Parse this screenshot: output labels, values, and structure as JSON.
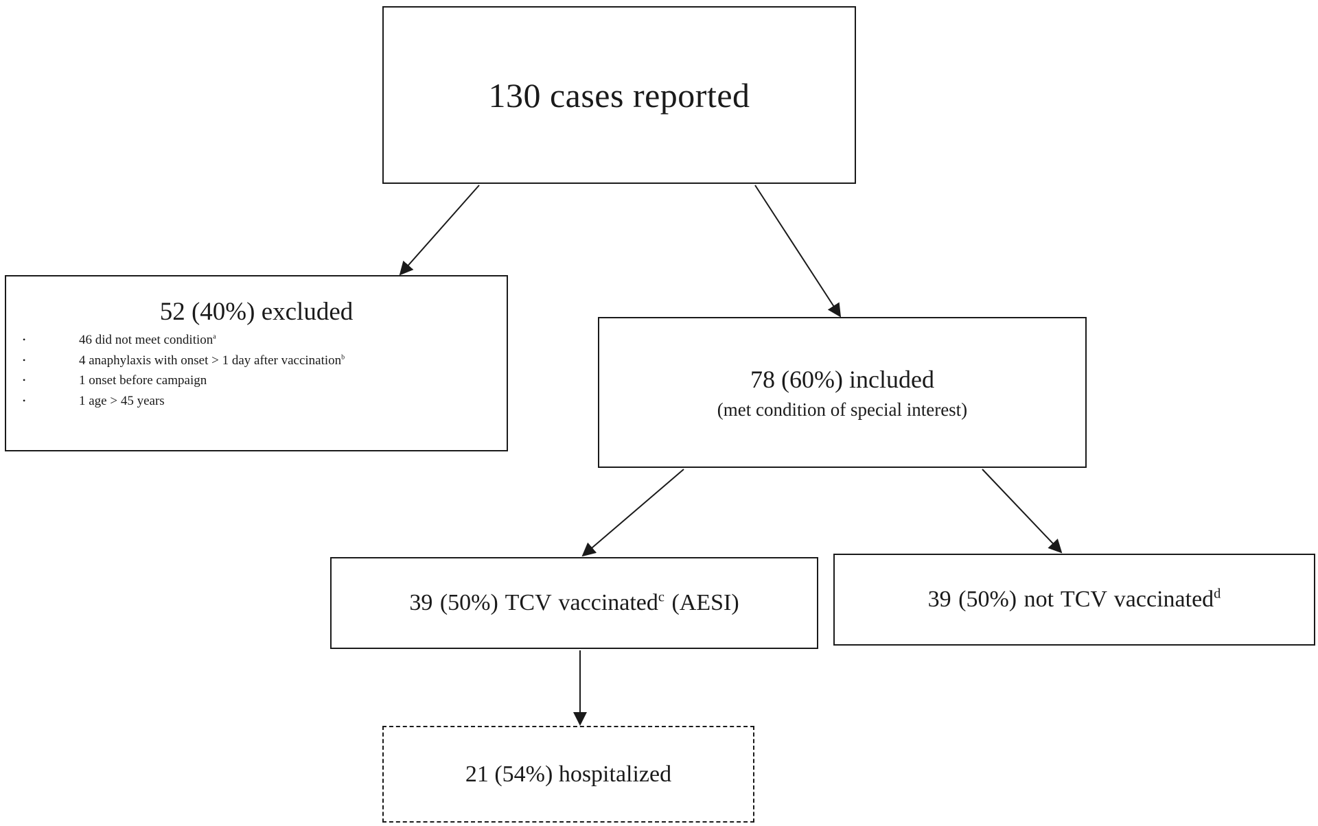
{
  "reported": {
    "text": "130 cases reported"
  },
  "excluded": {
    "title": "52 (40%) excluded",
    "bullet": "•",
    "items": [
      {
        "text": "46 did not meet condition",
        "sup": "a"
      },
      {
        "text": "4 anaphylaxis with onset > 1 day after vaccination",
        "sup": "b"
      },
      {
        "text": "1 onset before campaign",
        "sup": ""
      },
      {
        "text": "1 age > 45 years",
        "sup": ""
      }
    ]
  },
  "included": {
    "title": "78 (60%) included",
    "subtitle": "(met condition of special interest)"
  },
  "vaccinated": {
    "text_pre": "39 (50%) TCV vaccinated",
    "sup": "c",
    "text_post": " (AESI)"
  },
  "not_vaccinated": {
    "text_pre": "39 (50%) not TCV vaccinated",
    "sup": "d"
  },
  "hospitalized": {
    "text": "21 (54%) hospitalized"
  },
  "colors": {
    "line": "#1a1a1a",
    "background": "#ffffff"
  }
}
